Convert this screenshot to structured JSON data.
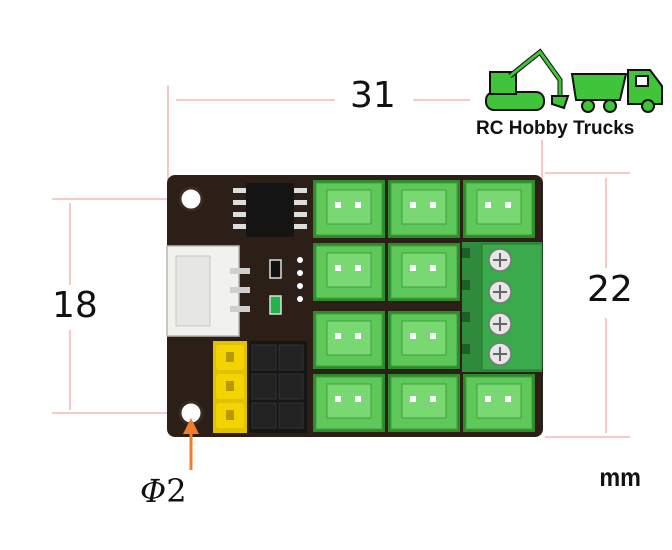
{
  "dimensions": {
    "width": "31",
    "height_left": "18",
    "height_right": "22",
    "mount_hole": "2",
    "mount_hole_symbol": "Φ",
    "unit": "mm"
  },
  "brand": {
    "name": "RC Hobby Trucks",
    "accent_color": "#3fc43a"
  },
  "colors": {
    "pcb": "#2b1f18",
    "connector": "#5ec95a",
    "connector_dark": "#2f8a2c",
    "terminal_block": "#33a24b",
    "header_pin_yellow": "#f3d400",
    "arrow": "#f07d2a"
  }
}
